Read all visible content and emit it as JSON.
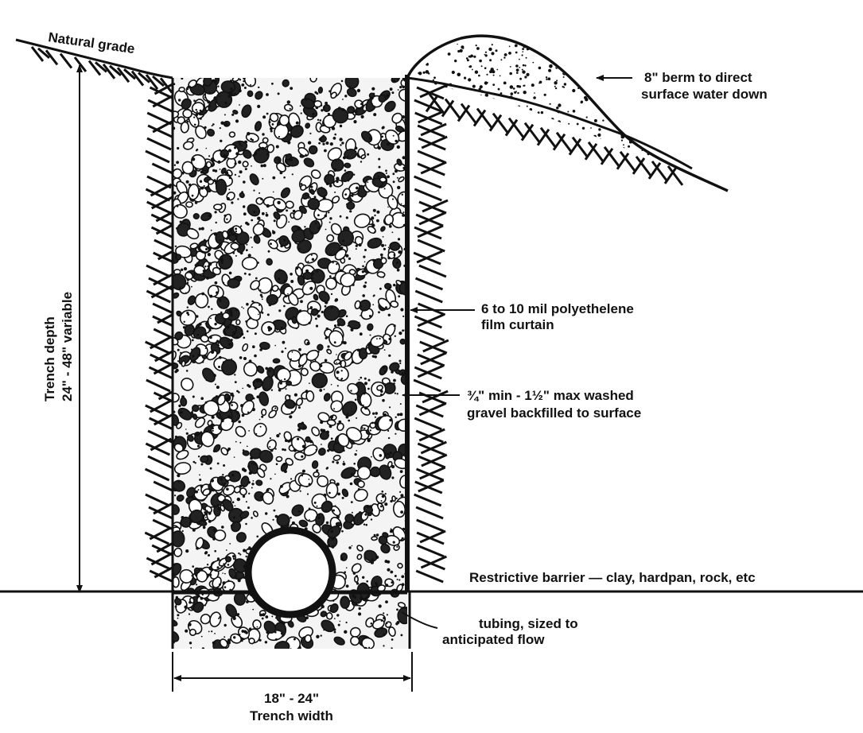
{
  "labels": {
    "natural_grade": "Natural grade",
    "berm_line1": "8\" berm to direct",
    "berm_line2": "surface water down",
    "curtain_line1": "6 to 10 mil polyethelene",
    "curtain_line2": "film curtain",
    "gravel_line1": "¾\" min - 1½\" max washed",
    "gravel_line2": "gravel backfilled to surface",
    "barrier": "Restrictive barrier — clay, hardpan, rock, etc",
    "tubing_line1": "tubing, sized to",
    "tubing_line2": "anticipated flow",
    "width_line1": "18\" - 24\"",
    "width_line2": "Trench width",
    "depth_line1": "Trench depth",
    "depth_line2": "24\" - 48\" variable"
  },
  "colors": {
    "ink": "#111111",
    "background": "#ffffff"
  }
}
